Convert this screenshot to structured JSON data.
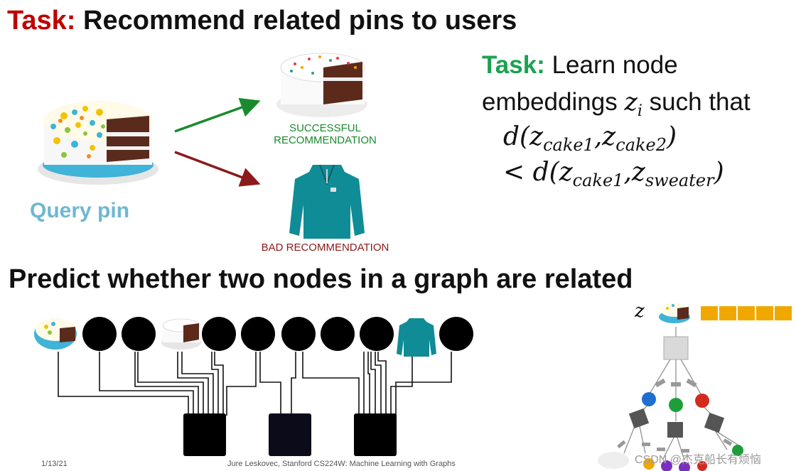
{
  "header": {
    "task_prefix": "Task:",
    "task_text": "Recommend related pins to users"
  },
  "left": {
    "query_label": "Query pin",
    "success_line1": "SUCCESSFUL",
    "success_line2": "RECOMMENDATION",
    "bad_label": "BAD RECOMMENDATION"
  },
  "right": {
    "task_prefix": "Task:",
    "line1": "Learn node",
    "line2_pre": "embeddings",
    "line2_var": "z",
    "line2_sub": "i",
    "line2_post": "such that",
    "eq1_d": "d(",
    "eq1_z1": "z",
    "eq1_sub1": "cake1",
    "eq1_comma": ",",
    "eq1_z2": "z",
    "eq1_sub2": "cake2",
    "eq1_close": ")",
    "eq2_lt": "< d(",
    "eq2_z1": "z",
    "eq2_sub1": "cake1",
    "eq2_comma": ",",
    "eq2_z2": "z",
    "eq2_sub2": "sweater",
    "eq2_close": ")"
  },
  "bottom": {
    "heading": "Predict whether two nodes in a graph are related",
    "z_label": "z"
  },
  "footer": {
    "date": "1/13/21",
    "citation": "Jure Leskovec, Stanford CS224W: Machine Learning with Graphs",
    "watermark": "CSDN @杰克船长有烦恼"
  },
  "colors": {
    "title_red": "#c00000",
    "task_green": "#1aa250",
    "query_blue": "#6fb7d2",
    "success_green": "#1a8a2e",
    "bad_red": "#8b1a1a",
    "teal_sweater": "#0f8c96",
    "embed_orange": "#f0a800"
  },
  "icons": [
    "cake-icon",
    "cut-cake-icon",
    "sweater-icon"
  ]
}
